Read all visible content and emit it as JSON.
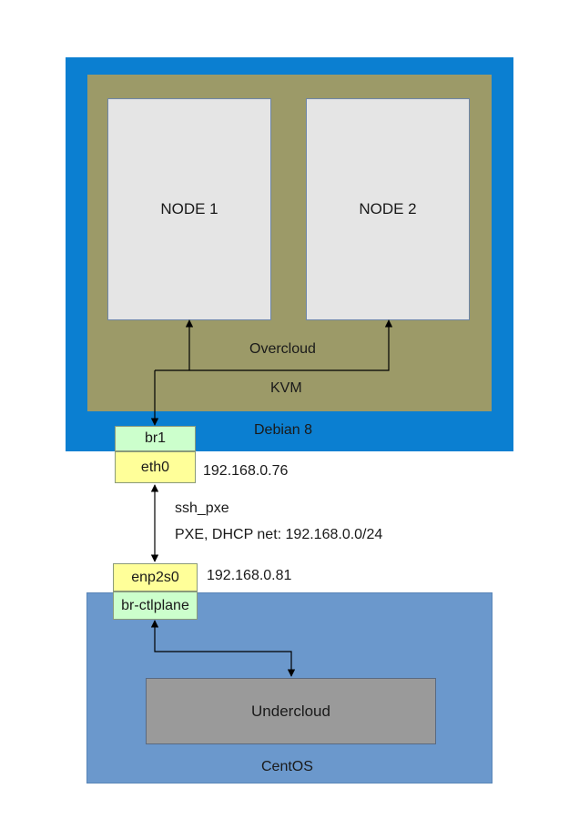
{
  "debian": {
    "label": "Debian 8"
  },
  "kvm": {
    "label": "KVM",
    "overcloud_label": "Overcloud"
  },
  "nodes": [
    {
      "label": "NODE 1"
    },
    {
      "label": "NODE 2"
    }
  ],
  "interfaces": {
    "br1": "br1",
    "eth0": "eth0",
    "eth0_ip": "192.168.0.76",
    "enp2s0": "enp2s0",
    "enp2s0_ip": "192.168.0.81",
    "br_ctlplane": "br-ctlplane"
  },
  "link": {
    "name": "ssh_pxe",
    "description": "PXE, DHCP net: 192.168.0.0/24"
  },
  "centos": {
    "label": "CentOS",
    "undercloud_label": "Undercloud"
  },
  "colors": {
    "debian_blue": "#0b7fd1",
    "kvm_olive": "#9c9a68",
    "centos_blue": "#6b98cc",
    "iface_green": "#ccffcc",
    "iface_yellow": "#ffff99"
  }
}
